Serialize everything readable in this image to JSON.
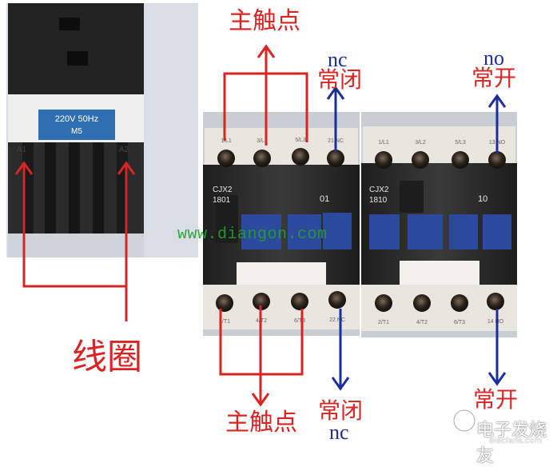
{
  "labels": {
    "coil": "线圈",
    "main_contact_top": "主触点",
    "main_contact_bottom": "主触点",
    "nc_top": "nc",
    "nc_top_cn": "常闭",
    "no_top": "no",
    "no_top_cn": "常开",
    "nc_bottom_cn": "常闭",
    "nc_bottom": "nc",
    "no_bottom_cn": "常开"
  },
  "coil_device": {
    "rating_line1": "220V 50Hz",
    "rating_line2": "M5",
    "terminal_left": "A1",
    "terminal_right": "A2"
  },
  "contactor_1801": {
    "model_line1": "CJX2",
    "model_line2": "1801",
    "aux_code": "01",
    "top_terminals": [
      "1/L1",
      "3/L2",
      "5/L3",
      "21 NC"
    ],
    "bottom_terminals": [
      "2/T1",
      "4/T2",
      "6/T3",
      "22 NC"
    ]
  },
  "contactor_1810": {
    "model_line1": "CJX2",
    "model_line2": "1810",
    "aux_code": "10",
    "top_terminals": [
      "1/L1",
      "3/L2",
      "5/L3",
      "13 NO"
    ],
    "bottom_terminals": [
      "2/T1",
      "4/T2",
      "6/T3",
      "14 NO"
    ]
  },
  "watermark": "www.diangon.com",
  "logo": {
    "text": "电子发烧友",
    "subtext": "elecfans.com"
  },
  "colors": {
    "red_annotation": "#d92424",
    "blue_annotation": "#1c2d9c",
    "watermark_green": "#24a02f",
    "contactor_body": "#2a2a2a",
    "terminal_panel": "#e9e6df",
    "aux_button": "#2b4a9e",
    "nameplate": "#2f6fb1"
  }
}
